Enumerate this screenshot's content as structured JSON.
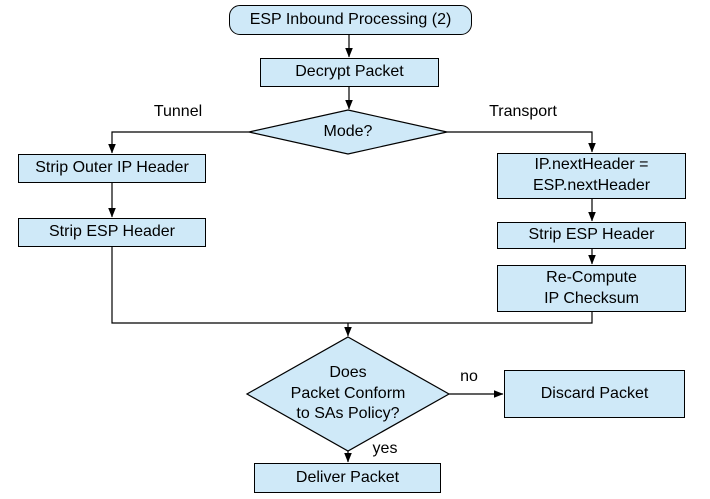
{
  "diagram": {
    "title": "ESP Inbound Processing flowchart",
    "colors": {
      "node_fill": "#cfe9f8",
      "node_border": "#000000",
      "connector": "#000000",
      "text": "#000000",
      "background": "#ffffff"
    },
    "nodes": {
      "start": {
        "label": "ESP Inbound Processing (2)",
        "shape": "rounded-rect"
      },
      "decrypt": {
        "label": "Decrypt Packet",
        "shape": "rect"
      },
      "mode": {
        "label": "Mode?",
        "shape": "diamond"
      },
      "strip_outer": {
        "label": "Strip Outer IP Header",
        "shape": "rect"
      },
      "strip_esp_left": {
        "label": "Strip ESP Header",
        "shape": "rect"
      },
      "ip_next": {
        "label": "IP.nextHeader =\nESP.nextHeader",
        "shape": "rect"
      },
      "strip_esp_right": {
        "label": "Strip ESP Header",
        "shape": "rect"
      },
      "recompute": {
        "label": "Re-Compute\nIP Checksum",
        "shape": "rect"
      },
      "policy": {
        "label": "Does\nPacket Conform\nto SAs Policy?",
        "shape": "diamond"
      },
      "discard": {
        "label": "Discard Packet",
        "shape": "rect"
      },
      "deliver": {
        "label": "Deliver Packet",
        "shape": "rect"
      }
    },
    "edge_labels": {
      "tunnel": "Tunnel",
      "transport": "Transport",
      "no": "no",
      "yes": "yes"
    }
  }
}
